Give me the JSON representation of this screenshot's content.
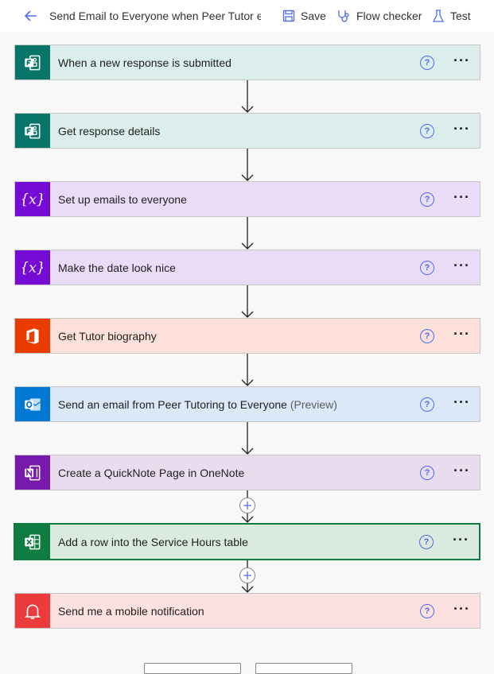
{
  "header": {
    "title": "Send Email to Everyone when Peer Tutor er",
    "save_label": "Save",
    "flow_checker_label": "Flow checker",
    "test_label": "Test"
  },
  "steps": [
    {
      "title": "When a new response is submitted",
      "icon": "forms-icon",
      "bg": "#dbeeeb",
      "icon_bg": "#077568"
    },
    {
      "title": "Get response details",
      "icon": "forms-icon",
      "bg": "#dbeeeb",
      "icon_bg": "#077568"
    },
    {
      "title": "Set up emails to everyone",
      "icon": "variable-icon",
      "bg": "#eadcf6",
      "icon_bg": "#770bd6"
    },
    {
      "title": "Make the date look nice",
      "icon": "variable-icon",
      "bg": "#eadcf6",
      "icon_bg": "#770bd6"
    },
    {
      "title": "Get Tutor biography",
      "icon": "office-icon",
      "bg": "#fde0da",
      "icon_bg": "#eb3c00"
    },
    {
      "title": "Send an email from Peer Tutoring to Everyone",
      "preview": "(Preview)",
      "icon": "outlook-icon",
      "bg": "#dae8f7",
      "icon_bg": "#0078d4"
    },
    {
      "title": "Create a QuickNote Page in OneNote",
      "icon": "onenote-icon",
      "bg": "#e9dcef",
      "icon_bg": "#7719aa"
    },
    {
      "title": "Add a row into the Service Hours table",
      "icon": "excel-icon",
      "bg": "#dbeadf",
      "icon_bg": "#107c41"
    },
    {
      "title": "Send me a mobile notification",
      "icon": "bell-icon",
      "bg": "#fde0e0",
      "icon_bg": "#eb3b3b"
    }
  ],
  "help_glyph": "?",
  "more_glyph": "···"
}
